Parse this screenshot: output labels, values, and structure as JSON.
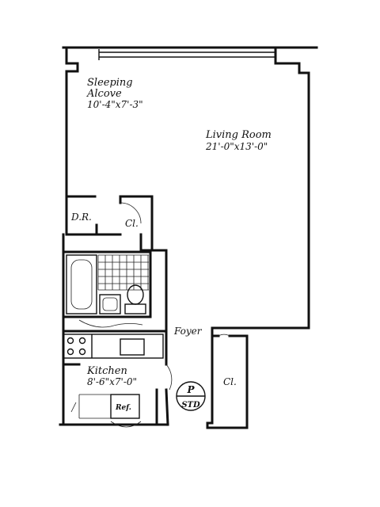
{
  "rooms": {
    "sleeping_alcove": {
      "line1": "Sleeping",
      "line2": "Alcove",
      "dims": "10'-4\"x7'-3\""
    },
    "living_room": {
      "name": "Living Room",
      "dims": "21'-0\"x13'-0\""
    },
    "dining": {
      "name": "D.R."
    },
    "closet_1": {
      "name": "Cl."
    },
    "foyer": {
      "name": "Foyer"
    },
    "kitchen": {
      "name": "Kitchen",
      "dims": "8'-6\"x7'-0\""
    },
    "closet_2": {
      "name": "Cl."
    },
    "refrigerator": {
      "name": "Ref."
    }
  },
  "plan_code": {
    "top": "P",
    "bottom": "STD"
  }
}
